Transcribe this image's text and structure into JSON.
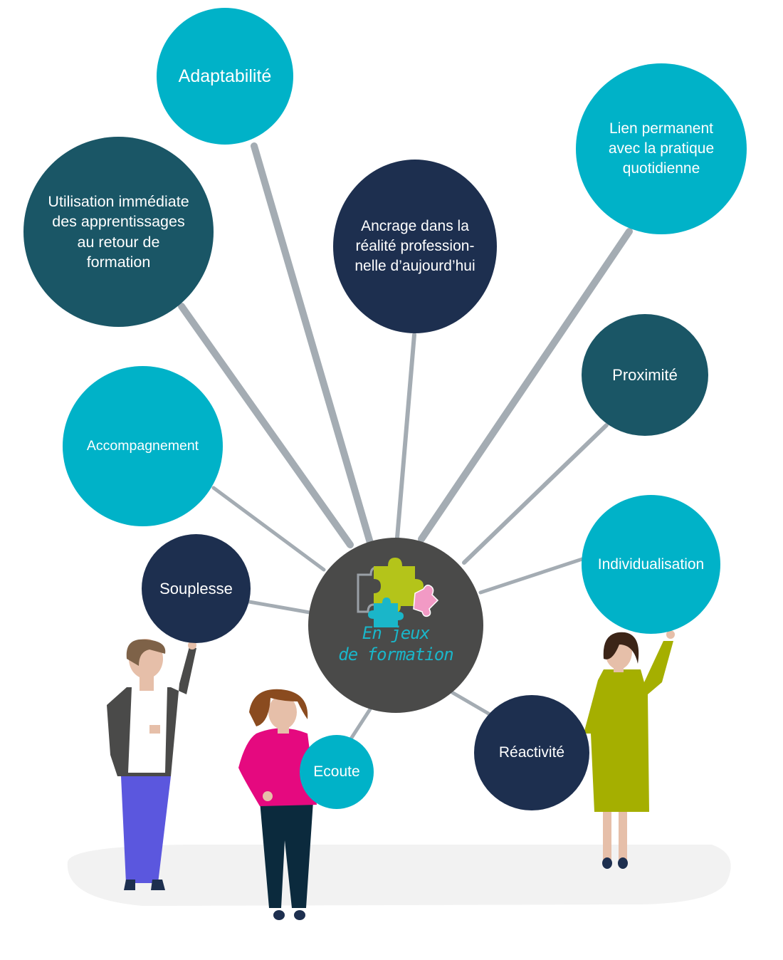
{
  "center": {
    "logo_line1": "En jeux",
    "logo_line2": "de formation"
  },
  "bubbles": {
    "adaptabilite": "Adaptabilité",
    "utilisation": "Utilisation immédiate des apprentissages au retour de formation",
    "ancrage": "Ancrage dans la réalité profession-nelle d’aujourd’hui",
    "lien": "Lien permanent avec la pratique quotidienne",
    "proximite": "Proximité",
    "accompagnement": "Accompagnement",
    "individualisation": "Individualisation",
    "souplesse": "Souplesse",
    "ecoute": "Ecoute",
    "reactivite": "Réactivité"
  },
  "colors": {
    "teal": "#00b2c8",
    "dark_teal": "#1a5666",
    "navy": "#1d2f4f",
    "center": "#4a4a49",
    "connector": "#a4acb3"
  }
}
